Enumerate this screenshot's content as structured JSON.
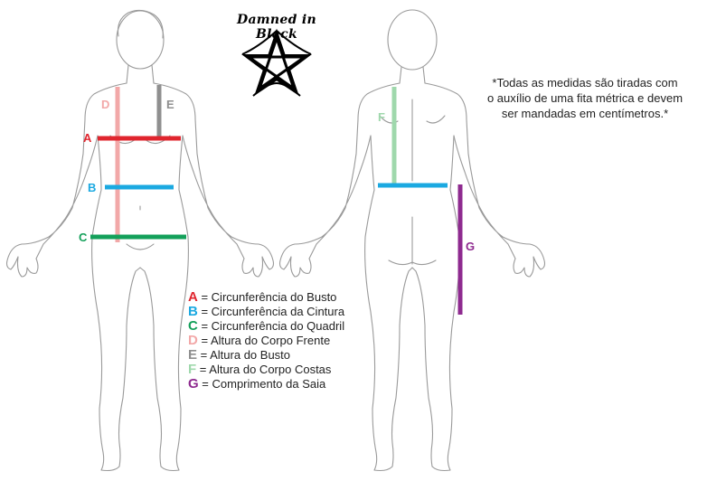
{
  "brand": {
    "name": "Damned in Black"
  },
  "note": {
    "lines": [
      "*Todas as medidas são tiradas com",
      "o auxílio de uma fita métrica e devem",
      "ser mandadas em centímetros.*"
    ]
  },
  "measurements": [
    {
      "letter": "A",
      "label": "= Circunferência do Busto",
      "color": "#e0252e"
    },
    {
      "letter": "B",
      "label": "= Circunferência da Cintura",
      "color": "#1ba9e1"
    },
    {
      "letter": "C",
      "label": "= Circunferência do Quadril",
      "color": "#14a05a"
    },
    {
      "letter": "D",
      "label": "= Altura do Corpo Frente",
      "color": "#f2a8a8"
    },
    {
      "letter": "E",
      "label": "= Altura do Busto",
      "color": "#8f8f8f"
    },
    {
      "letter": "F",
      "label": "= Altura do Corpo Costas",
      "color": "#9fd8ac"
    },
    {
      "letter": "G",
      "label": "= Comprimento da Saia",
      "color": "#8e2a8f"
    }
  ],
  "colors": {
    "outline": "#9a9a9a",
    "text": "#222222"
  },
  "icons": {
    "logo": "pentagram-icon"
  }
}
